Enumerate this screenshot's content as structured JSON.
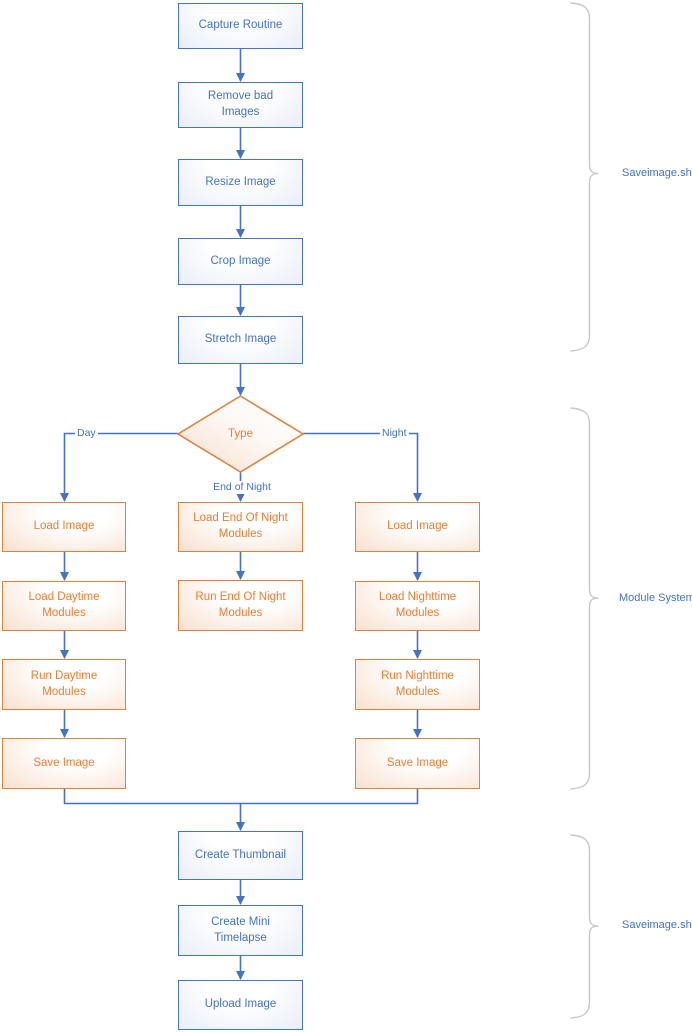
{
  "colors": {
    "accent_blue": "#4472C4",
    "accent_orange": "#ED7D31",
    "brace_gray": "#C9C9C9"
  },
  "nodes": {
    "capture_routine": {
      "label": "Capture Routine"
    },
    "remove_bad_images": {
      "label": "Remove bad Images"
    },
    "resize_image": {
      "label": "Resize Image"
    },
    "crop_image": {
      "label": "Crop Image"
    },
    "stretch_image": {
      "label": "Stretch Image"
    },
    "type_decision": {
      "label": "Type"
    },
    "day_load_image": {
      "label": "Load Image"
    },
    "day_load_modules": {
      "label": "Load Daytime Modules"
    },
    "day_run_modules": {
      "label": "Run Daytime Modules"
    },
    "day_save_image": {
      "label": "Save Image"
    },
    "eon_load_modules": {
      "label": "Load End Of Night Modules"
    },
    "eon_run_modules": {
      "label": "Run End Of Night Modules"
    },
    "night_load_image": {
      "label": "Load Image"
    },
    "night_load_modules": {
      "label": "Load Nighttime Modules"
    },
    "night_run_modules": {
      "label": "Run Nighttime Modules"
    },
    "night_save_image": {
      "label": "Save Image"
    },
    "create_thumbnail": {
      "label": "Create Thumbnail"
    },
    "create_mini_timelapse": {
      "label": "Create Mini Timelapse"
    },
    "upload_image": {
      "label": "Upload Image"
    }
  },
  "edge_labels": {
    "day": "Day",
    "night": "Night",
    "end_of_night": "End of Night"
  },
  "annotations": {
    "brace_top": "Saveimage.sh",
    "brace_middle": "Module System",
    "brace_bottom": "Saveimage.sh"
  }
}
